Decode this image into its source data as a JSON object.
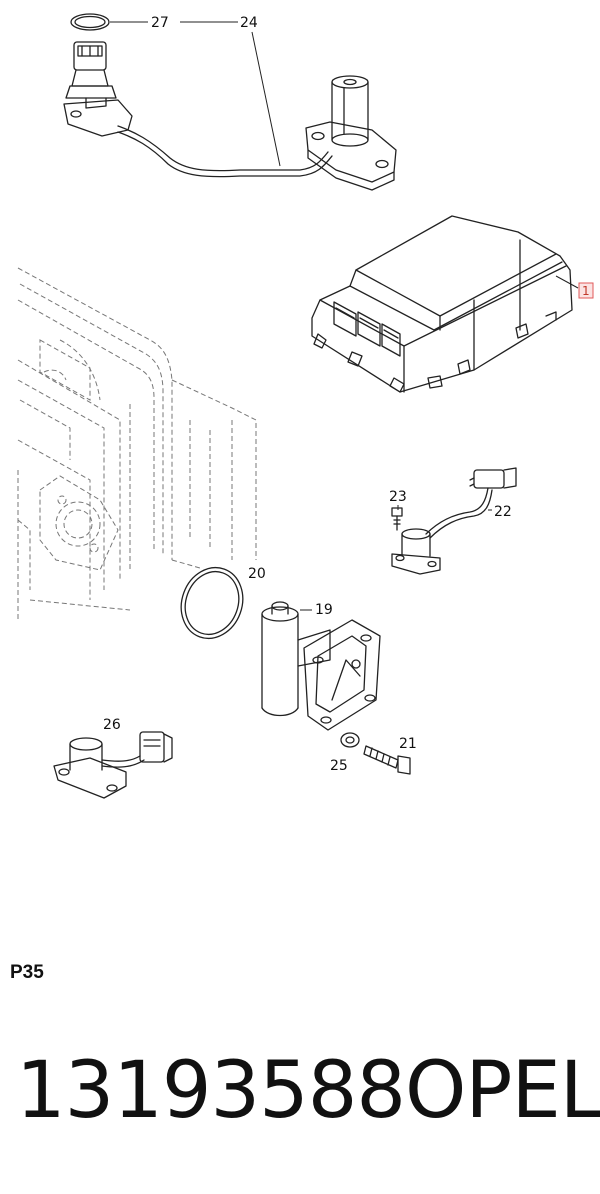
{
  "diagram": {
    "callouts": [
      {
        "id": "27",
        "label": "27"
      },
      {
        "id": "24",
        "label": "24"
      },
      {
        "id": "1",
        "label": "1"
      },
      {
        "id": "23",
        "label": "23"
      },
      {
        "id": "22",
        "label": "22"
      },
      {
        "id": "20",
        "label": "20"
      },
      {
        "id": "19",
        "label": "19"
      },
      {
        "id": "26",
        "label": "26"
      },
      {
        "id": "21",
        "label": "21"
      },
      {
        "id": "25",
        "label": "25"
      }
    ]
  },
  "page_code": "P35",
  "footer": {
    "part_number": "13193588",
    "brand": "OPEL"
  },
  "colors": {
    "line": "#222222",
    "highlight_box": "#e05a5a",
    "dashed": "#777777"
  }
}
